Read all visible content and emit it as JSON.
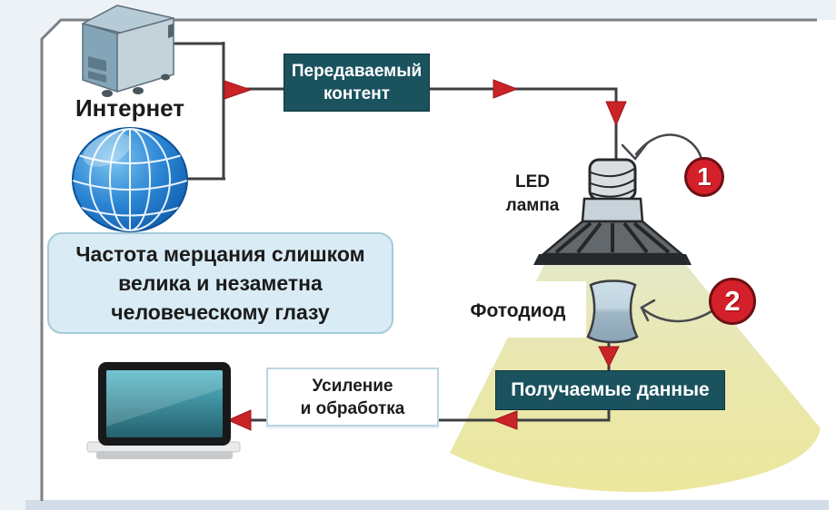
{
  "diagram": {
    "labels": {
      "internet": "Интернет",
      "lamp": "LED\nлампа",
      "photodiode": "Фотодиод"
    },
    "boxes": {
      "transmitted": "Передаваемый\nконтент",
      "received": "Получаемые данные",
      "processing": "Усиление\nи обработка",
      "note": "Частота мерцания слишком\nвелика и незаметна\nчеловеческому глазу"
    },
    "badges": {
      "step1": "1",
      "step2": "2"
    },
    "colors": {
      "teal_box": "#1a525e",
      "arrow_red": "#c92328",
      "badge_red": "#d3202a",
      "light_cone_yellow": "#ece79c",
      "light_cone_green": "#e4e8c5",
      "note_fill": "#d9ebf4",
      "globe_blue": "#1b76c8",
      "wire_gray": "#3c4043"
    }
  }
}
